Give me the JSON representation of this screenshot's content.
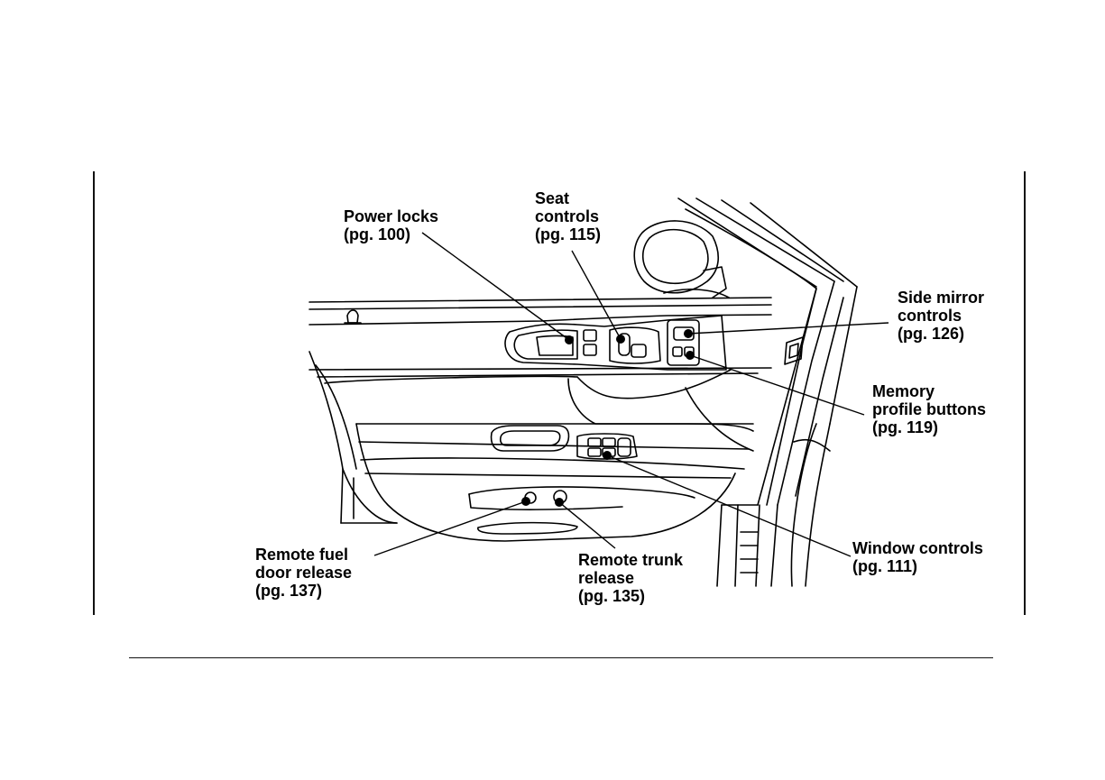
{
  "callouts": {
    "power_locks": {
      "name": "Power locks",
      "page": "(pg. 100)"
    },
    "seat_controls": {
      "name1": "Seat",
      "name2": "controls",
      "page": "(pg. 115)"
    },
    "side_mirror": {
      "name1": "Side mirror",
      "name2": "controls",
      "page": "(pg. 126)"
    },
    "memory_profile": {
      "name1": "Memory",
      "name2": "profile buttons",
      "page": "(pg. 119)"
    },
    "window_controls": {
      "name": "Window controls",
      "page": "(pg. 111)"
    },
    "remote_trunk": {
      "name1": "Remote trunk",
      "name2": "release",
      "page": "(pg. 135)"
    },
    "remote_fuel": {
      "name1": "Remote fuel",
      "name2": "door release",
      "page": "(pg. 137)"
    }
  },
  "colors": {
    "ink": "#000000",
    "paper": "#ffffff"
  }
}
